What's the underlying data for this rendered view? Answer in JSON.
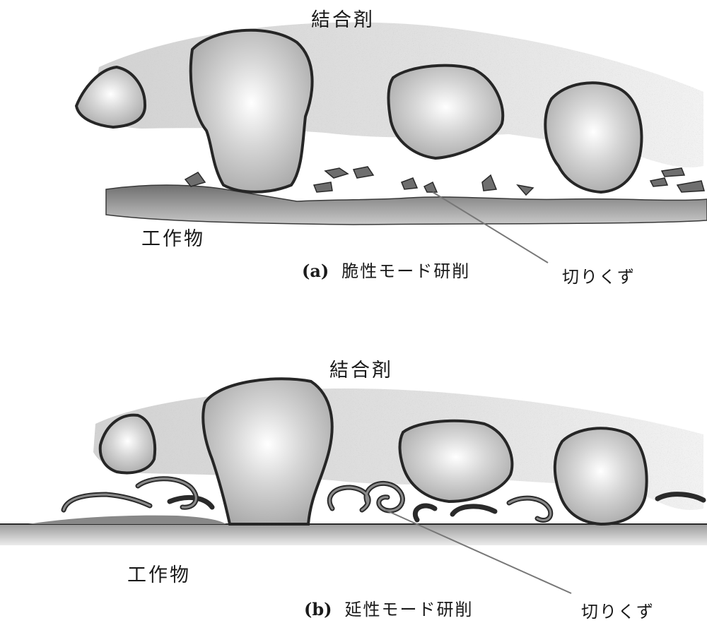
{
  "panel_a": {
    "binder_label": "結合剤",
    "workpiece_label": "工作物",
    "caption_tag": "(a)",
    "caption_text": "脆性モード研削",
    "chips_label": "切りくず"
  },
  "panel_b": {
    "binder_label": "結合剤",
    "workpiece_label": "工作物",
    "caption_tag": "(b)",
    "caption_text": "延性モード研削",
    "chips_label": "切りくず"
  },
  "colors": {
    "outline": "#2a2a2a",
    "grain_fill": "#c4c4c4",
    "grain_highlight": "#ffffff",
    "binder": "#dadada",
    "workpiece": "#8c8c8c",
    "chip": "#6e6e6e"
  }
}
